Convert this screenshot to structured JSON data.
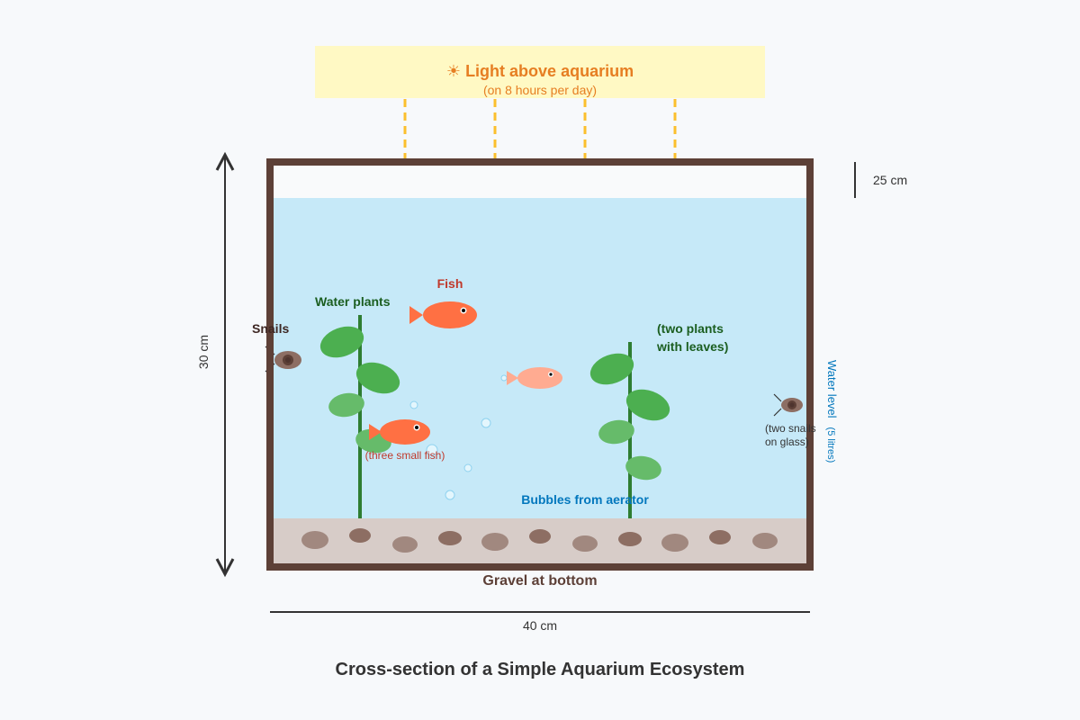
{
  "light": {
    "icon": "sun-icon",
    "icon_glyph": "☀",
    "title": "Light above aquarium",
    "subtitle": "(on 8 hours per day)"
  },
  "labels": {
    "fish": "Fish",
    "fish_note": "(three small fish)",
    "water_plants": "Water plants",
    "plants_note_line1": "(two plants",
    "plants_note_line2": "with leaves)",
    "snails": "Snails",
    "snails_note_line1": "(two snails",
    "snails_note_line2": "on glass)",
    "bubbles": "Bubbles from aerator",
    "gravel": "Gravel at bottom",
    "water_level": "Water level",
    "water_volume": "(5 litres)"
  },
  "dimensions": {
    "height": "30 cm",
    "water_depth": "25 cm",
    "width": "40 cm"
  },
  "caption": "Cross-section of a Simple Aquarium Ecosystem",
  "colors": {
    "light_bg": "#fff9c4",
    "light_text": "#e67e22",
    "light_beam": "#fbc02d",
    "tank_frame": "#5d4037",
    "water": "#c6e9f8",
    "gravel_bg": "#d7ccc8",
    "plant": "#2e7d32",
    "leaf": "#4caf50",
    "fish": "#ff7043",
    "fish_small": "#ffab91",
    "fish_label": "#c0392b",
    "plant_label": "#1b5e20",
    "bubble_label": "#0277bd",
    "snail": "#8d6e63",
    "caption": "#333333"
  }
}
